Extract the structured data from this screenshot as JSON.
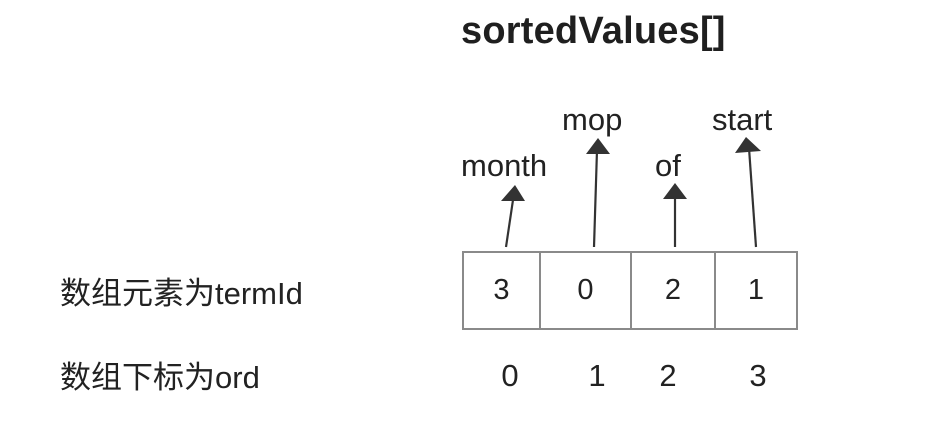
{
  "title": "sortedValues[]",
  "labels": {
    "element_row": "数组元素为termId",
    "index_row": "数组下标为ord"
  },
  "terms": [
    "month",
    "mop",
    "of",
    "start"
  ],
  "cell_values": [
    "3",
    "0",
    "2",
    "1"
  ],
  "ord_indices": [
    "0",
    "1",
    "2",
    "3"
  ],
  "colors": {
    "text": "#222222",
    "cell_border": "#8a8a8a",
    "arrow": "#333333"
  }
}
